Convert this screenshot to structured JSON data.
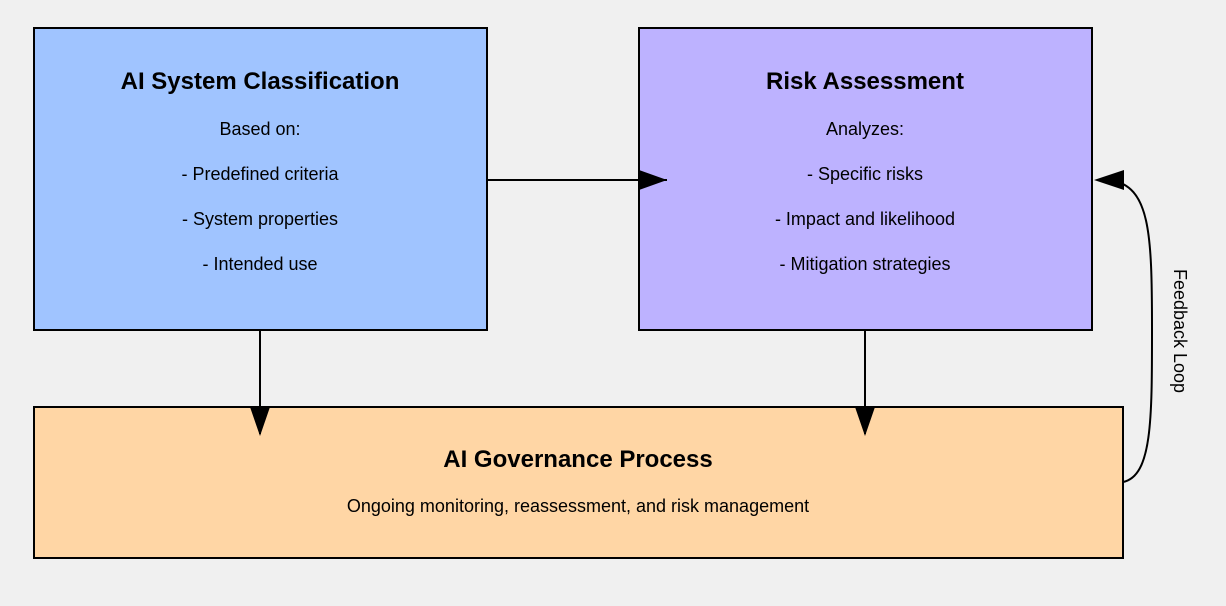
{
  "colors": {
    "background": "#f0f0f0",
    "classification_fill": "#a0c4ff",
    "risk_fill": "#bdb2ff",
    "governance_fill": "#ffd6a5",
    "stroke": "#000000"
  },
  "nodes": {
    "classification": {
      "title": "AI System Classification",
      "lines": [
        "Based on:",
        "- Predefined criteria",
        "- System properties",
        "- Intended use"
      ]
    },
    "risk": {
      "title": "Risk Assessment",
      "lines": [
        "Analyzes:",
        "- Specific risks",
        "- Impact and likelihood",
        "- Mitigation strategies"
      ]
    },
    "governance": {
      "title": "AI Governance Process",
      "lines": [
        "Ongoing monitoring, reassessment, and risk management"
      ]
    }
  },
  "edges": {
    "feedback_label": "Feedback Loop"
  }
}
